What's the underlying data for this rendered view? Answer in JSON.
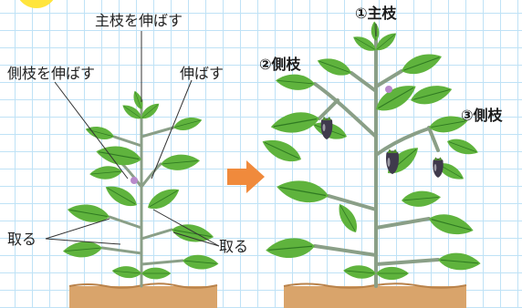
{
  "left_diagram": {
    "labels": {
      "main_stem_extend": "主枝を伸ばす",
      "side_stem_extend": "側枝を伸ばす",
      "extend": "伸ばす",
      "remove_left": "取る",
      "remove_right": "取る"
    }
  },
  "right_diagram": {
    "labels": {
      "main_stem": "①主枝",
      "side_stem_2": "②側枝",
      "side_stem_3": "③側枝"
    }
  },
  "colors": {
    "arrow": "#f08a3c",
    "leaf": "#5fb33d",
    "leaf_dark": "#3f8f2a",
    "stem": "#8a9f87",
    "eggplant": "#3f3a4c",
    "soil": "#d9a46b",
    "sun": "#ffe53d"
  }
}
